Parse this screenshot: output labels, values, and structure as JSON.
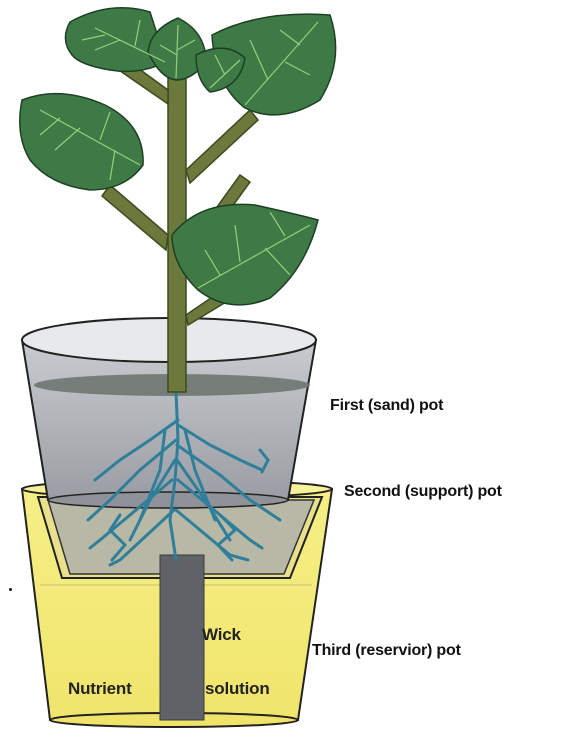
{
  "labels": {
    "first_pot": "First (sand) pot",
    "second_pot": "Second (support) pot",
    "third_pot": "Third (reservior) pot",
    "wick": "Wick",
    "nutrient": "Nutrient",
    "solution": "solution"
  },
  "colors": {
    "leaf": "#3e7a46",
    "leaf_vein": "#8fd27a",
    "stem": "#6b7a3c",
    "sand_pot": "#a9adb3",
    "sand_surface": "#6f7570",
    "reservoir": "#f2ea7c",
    "roots": "#2f7f9a",
    "wick": "#5f6266"
  }
}
